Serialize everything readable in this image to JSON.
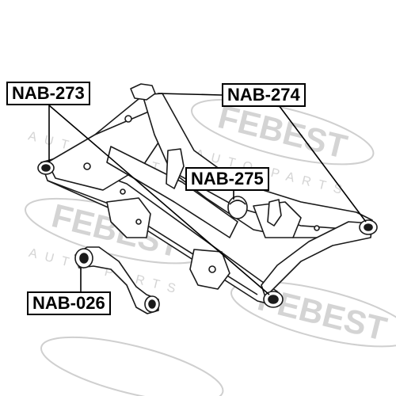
{
  "watermark": {
    "brand": "FEBEST",
    "tagline": "AUTO PARTS",
    "color": "#c8c8c8"
  },
  "labels": {
    "nab_273": "NAB-273",
    "nab_274": "NAB-274",
    "nab_275": "NAB-275",
    "nab_026": "NAB-026"
  },
  "colors": {
    "line": "#000000",
    "drawing": "#1a1a1a",
    "background": "#ffffff"
  }
}
